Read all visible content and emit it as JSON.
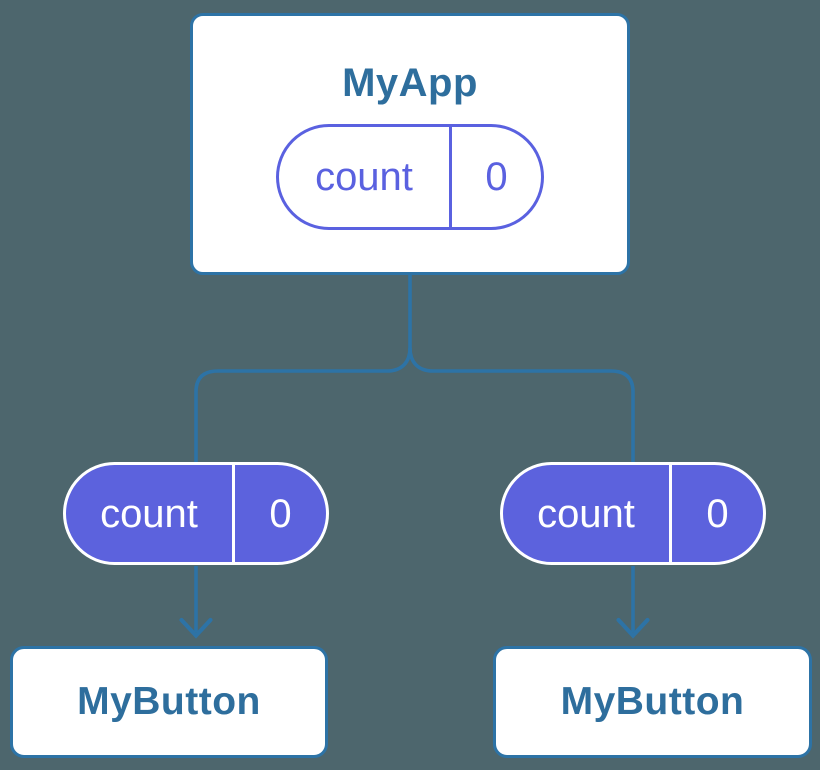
{
  "diagram": {
    "root": {
      "label": "MyApp",
      "state": {
        "name": "count",
        "value": "0"
      }
    },
    "children": [
      {
        "label": "MyButton",
        "state": {
          "name": "count",
          "value": "0"
        }
      },
      {
        "label": "MyButton",
        "state": {
          "name": "count",
          "value": "0"
        }
      }
    ],
    "colors": {
      "background": "#4d666d",
      "card_background": "#ffffff",
      "card_stroke": "#2d73a6",
      "connector_stroke": "#2d73a6",
      "component_label_text": "#2e6e9d",
      "state_stroke": "#5a61e0",
      "state_fill": "#5c62dd",
      "state_text_on_fill": "#ffffff"
    }
  }
}
